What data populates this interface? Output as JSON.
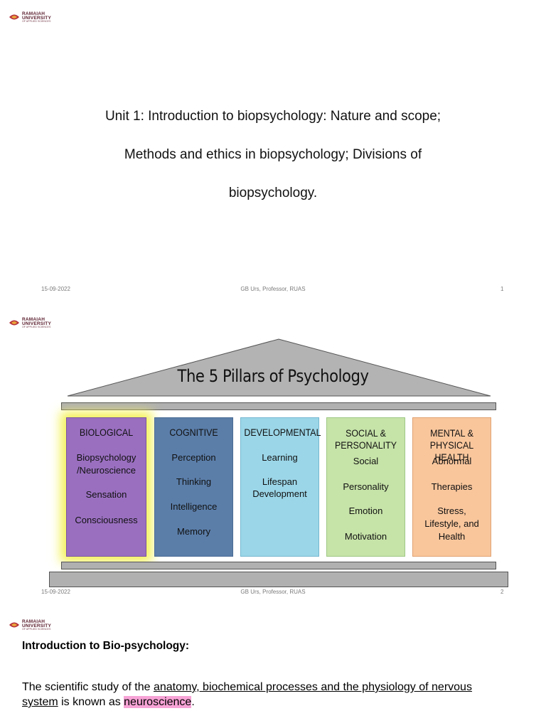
{
  "logo": {
    "name": "RAMAIAH UNIVERSITY",
    "line1": "RAMAIAH",
    "line2": "UNIVERSITY",
    "sub": "OF APPLIED SCIENCES"
  },
  "slide1": {
    "title_lines": [
      "Unit 1: Introduction to biopsychology: Nature and scope;",
      "Methods and ethics in biopsychology; Divisions of",
      "biopsychology."
    ],
    "footer": {
      "date": "15-09-2022",
      "author": "GB Urs, Professor, RUAS",
      "page": "1"
    }
  },
  "slide2": {
    "roof_title": "The 5 Pillars of Psychology",
    "pillars": [
      {
        "head": "BIOLOGICAL",
        "items": [
          "Biopsychology",
          "/Neuroscience",
          "Sensation",
          "Consciousness"
        ]
      },
      {
        "head": "COGNITIVE",
        "items": [
          "Perception",
          "Thinking",
          "Intelligence",
          "Memory"
        ]
      },
      {
        "head": "DEVELOPMENTAL",
        "items": [
          "Learning",
          "Lifespan",
          "Development"
        ]
      },
      {
        "head": "SOCIAL &",
        "head2": "PERSONALITY",
        "items": [
          "Social",
          "Personality",
          "Emotion",
          "Motivation"
        ]
      },
      {
        "head": "MENTAL &",
        "head2": "PHYSICAL HEALTH",
        "items": [
          "Abnormal",
          "Therapies",
          "Stress,",
          "Lifestyle, and",
          "Health"
        ]
      }
    ],
    "footer": {
      "date": "15-09-2022",
      "author": "GB Urs, Professor, RUAS",
      "page": "2"
    }
  },
  "slide3": {
    "heading": "Introduction to Bio-psychology:",
    "para_start": "The scientific study of the ",
    "para_underline1": "anatomy, biochemical processes and the physiology of nervous",
    "para_underline2": "system",
    "para_mid": " is known as ",
    "para_highlight": "neuroscience",
    "para_end": "."
  }
}
